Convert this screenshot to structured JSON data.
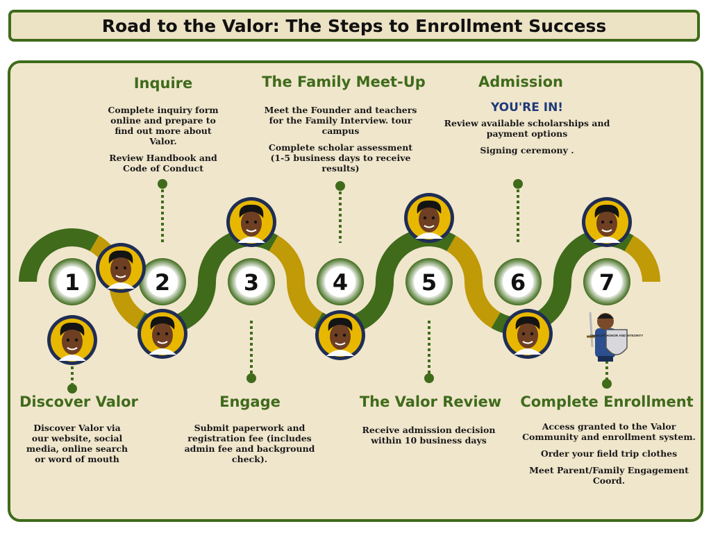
{
  "title": "Road to the Valor: The Steps to Enrollment Success",
  "colors": {
    "green": "#3f6b1b",
    "gold": "#c09a07",
    "cream": "#f0e6cc",
    "navy": "#1f3a7a",
    "avatar_ring": "#1f2d55",
    "avatar_fill": "#e8b800"
  },
  "steps": [
    {
      "number": "1",
      "label": "Discover Valor",
      "desc": [
        "Discover Valor via our website, social media, online search or word of mouth"
      ]
    },
    {
      "number": "2",
      "label": "Inquire",
      "desc": [
        "Complete inquiry form online and prepare to find out more about Valor.",
        "Review Handbook and Code of Conduct"
      ]
    },
    {
      "number": "3",
      "label": "Engage",
      "desc": [
        "Submit paperwork and registration fee (includes admin fee and background check)."
      ]
    },
    {
      "number": "4",
      "label": "The Family Meet-Up",
      "desc": [
        "Meet the Founder and teachers for the Family Interview. tour campus",
        "Complete scholar assessment (1-5 business days to receive results)"
      ]
    },
    {
      "number": "5",
      "label": "The Valor Review",
      "desc": [
        "Receive admission decision within 10 business days"
      ]
    },
    {
      "number": "6",
      "label": "Admission",
      "highlight": "YOU'RE IN!",
      "desc": [
        "Review available scholarships and payment options",
        "Signing ceremony ."
      ]
    },
    {
      "number": "7",
      "label": "Complete Enrollment",
      "desc": [
        "Access granted to the Valor Community and enrollment system.",
        "Order your field trip clothes",
        "Meet Parent/Family Engagement Coord."
      ]
    }
  ],
  "shield_text": "CHIVALRY HONOR AND INTEGRITY",
  "icons": [
    "avatar-icon",
    "knight-icon",
    "sword-icon",
    "shield-icon"
  ]
}
